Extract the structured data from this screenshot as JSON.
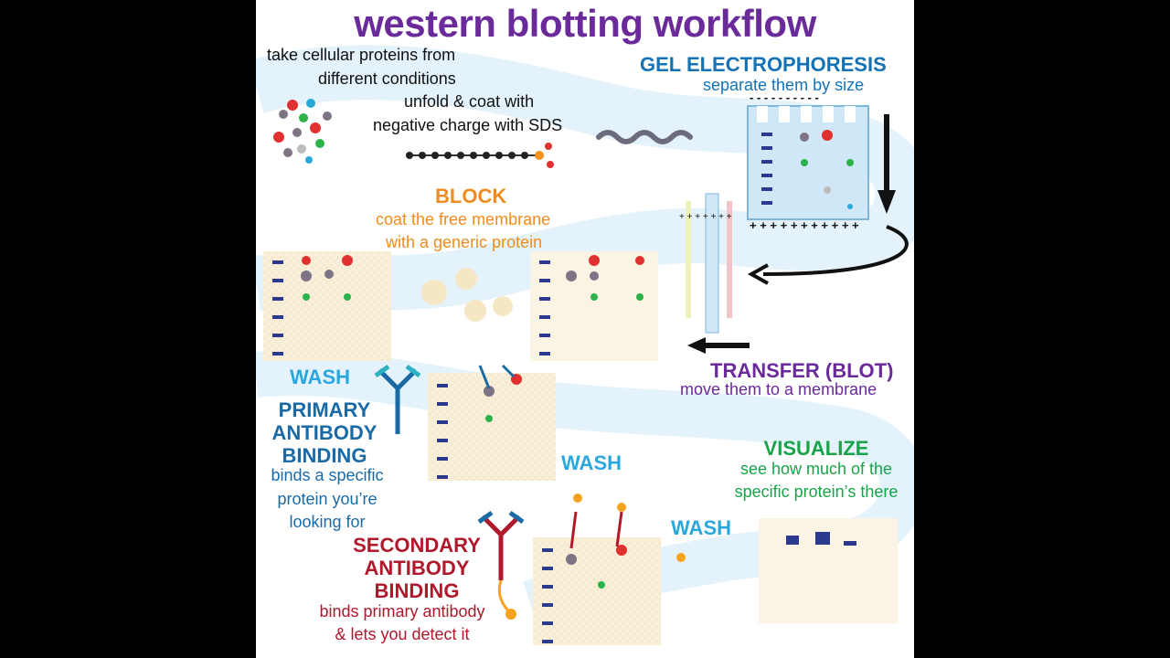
{
  "title": "western blotting workflow",
  "intro": {
    "line1": "take cellular proteins from",
    "line2": "different conditions",
    "line3": "unfold & coat with",
    "line4": "negative charge with SDS"
  },
  "gel": {
    "heading": "GEL ELECTROPHORESIS",
    "sub": "separate them by size",
    "charge_top": "- - - - - - - - - -",
    "charge_bottom": "+ + + + + + + + + + +"
  },
  "block": {
    "heading": "BLOCK",
    "sub1": "coat the free membrane",
    "sub2": "with a generic protein"
  },
  "transfer": {
    "heading": "TRANSFER (BLOT)",
    "sub": "move them to a membrane"
  },
  "wash_label": "WASH",
  "primary": {
    "h1": "PRIMARY",
    "h2": "ANTIBODY",
    "h3": "BINDING",
    "s1": "binds a specific",
    "s2": "protein you’re",
    "s3": "looking for"
  },
  "visualize": {
    "heading": "VISUALIZE",
    "s1": "see how much of the",
    "s2": "specific protein’s there"
  },
  "secondary": {
    "h1": "SECONDARY",
    "h2": "ANTIBODY",
    "h3": "BINDING",
    "s1": "binds primary antibody",
    "s2": "& lets you detect it"
  },
  "colors": {
    "title": "#6a2a9a",
    "gel": "#1572b6",
    "block": "#ef8c1d",
    "transfer": "#6a2a9a",
    "wash": "#2aa7de",
    "primary": "#1a6aa6",
    "visualize": "#1aa34a",
    "secondary": "#b0182c",
    "ladder": "#2b3a8f",
    "membrane": "#fbf3e3"
  }
}
